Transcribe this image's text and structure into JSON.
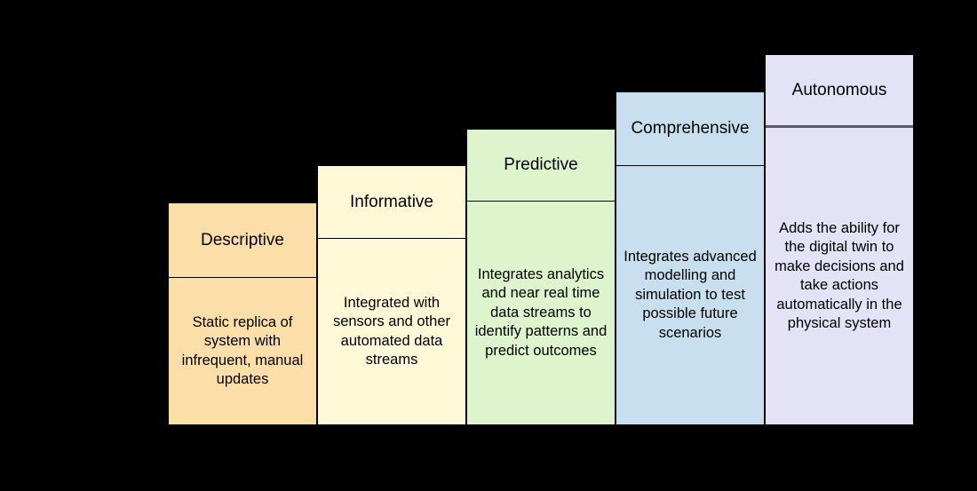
{
  "canvas": {
    "background_color": "#000000",
    "text_color": "#000000",
    "border_color": "#000000",
    "autonomous_divider_color": "#5B5B63"
  },
  "diagram": {
    "type": "staircase-maturity-model",
    "levels": [
      {
        "title": "Descriptive",
        "fill": "#FBDEA8",
        "description": "Static replica of\nsystem with\ninfrequent, manual\nupdates"
      },
      {
        "title": "Informative",
        "fill": "#FDF9D7",
        "description": "Integrated with\nsensors and other\nautomated data\nstreams"
      },
      {
        "title": "Predictive",
        "fill": "#DDF4CD",
        "description": "Integrates analytics\nand near real time\ndata streams to\nidentify patterns and\npredict outcomes"
      },
      {
        "title": "Comprehensive",
        "fill": "#C7DFEF",
        "description": "Integrates advanced\nmodelling and\nsimulation to test\npossible future\nscenarios"
      },
      {
        "title": "Autonomous",
        "fill": "#E4E2F6",
        "description": "Adds the ability for\nthe digital twin to\nmake decisions and\ntake actions\nautomatically in the\nphysical system"
      }
    ]
  }
}
